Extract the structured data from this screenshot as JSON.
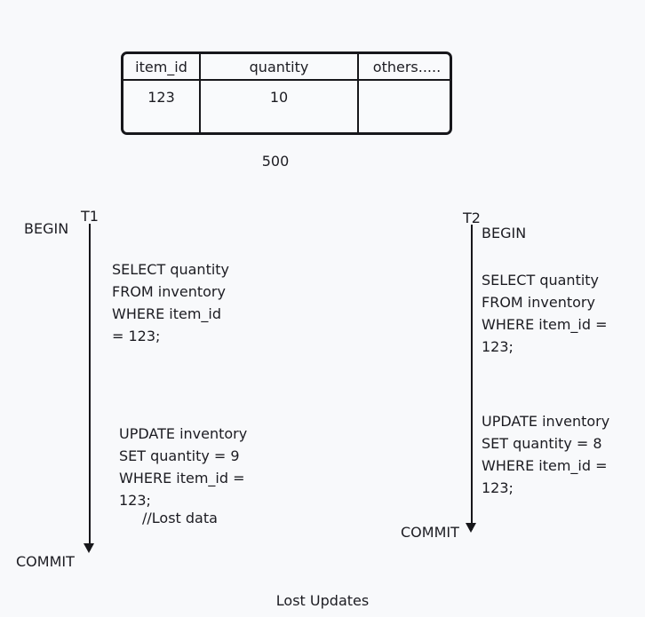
{
  "diagram": {
    "caption": "Lost Updates",
    "table": {
      "columns": [
        "item_id",
        "quantity",
        "others....."
      ],
      "rows": [
        [
          "123",
          "10",
          ""
        ]
      ],
      "below_label": "500"
    },
    "transactions": [
      {
        "tag": "T1",
        "begin_label": "BEGIN",
        "commit_label": "COMMIT",
        "select_statement": "SELECT quantity\nFROM inventory\nWHERE item_id\n= 123;",
        "update_statement": "UPDATE inventory\nSET quantity = 9\nWHERE item_id =\n123;",
        "comment": "//Lost data"
      },
      {
        "tag": "T2",
        "begin_label": "BEGIN",
        "commit_label": "COMMIT",
        "select_statement": "SELECT quantity\nFROM inventory\nWHERE item_id =\n123;",
        "update_statement": "UPDATE inventory\nSET quantity = 8\nWHERE item_id =\n123;"
      }
    ],
    "colors": {
      "background": "#f8f9fb",
      "ink": "#17171b"
    }
  }
}
